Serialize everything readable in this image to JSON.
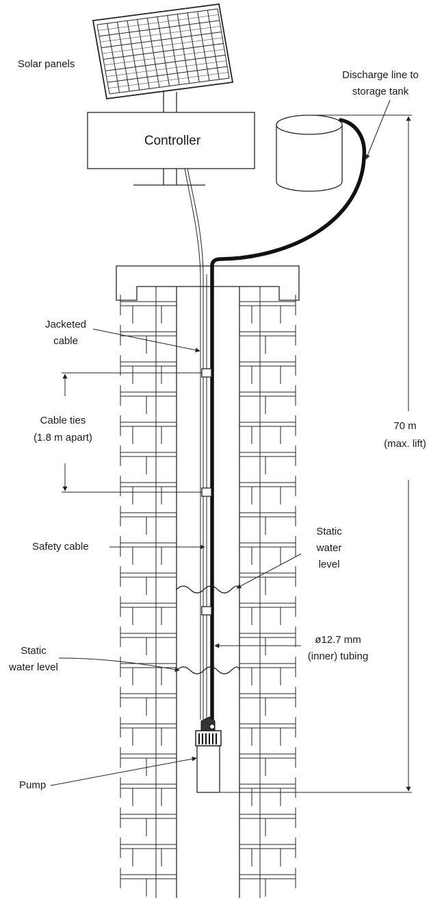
{
  "labels": {
    "solar_panels": "Solar panels",
    "controller": "Controller",
    "discharge_line_1": "Discharge line to",
    "discharge_line_2": "storage tank",
    "jacketed_cable_1": "Jacketed",
    "jacketed_cable_2": "cable",
    "cable_ties_1": "Cable ties",
    "cable_ties_2": "(1.8 m apart)",
    "lift_1": "70 m",
    "lift_2": "(max. lift)",
    "safety_cable": "Safety cable",
    "static_water_right_1": "Static",
    "static_water_right_2": "water",
    "static_water_right_3": "level",
    "tubing_1": "ø12.7 mm",
    "tubing_2": "(inner) tubing",
    "static_water_left_1": "Static",
    "static_water_left_2": "water level",
    "pump": "Pump"
  },
  "colors": {
    "line": "#222222",
    "text": "#1a1a1a",
    "background": "#ffffff"
  }
}
